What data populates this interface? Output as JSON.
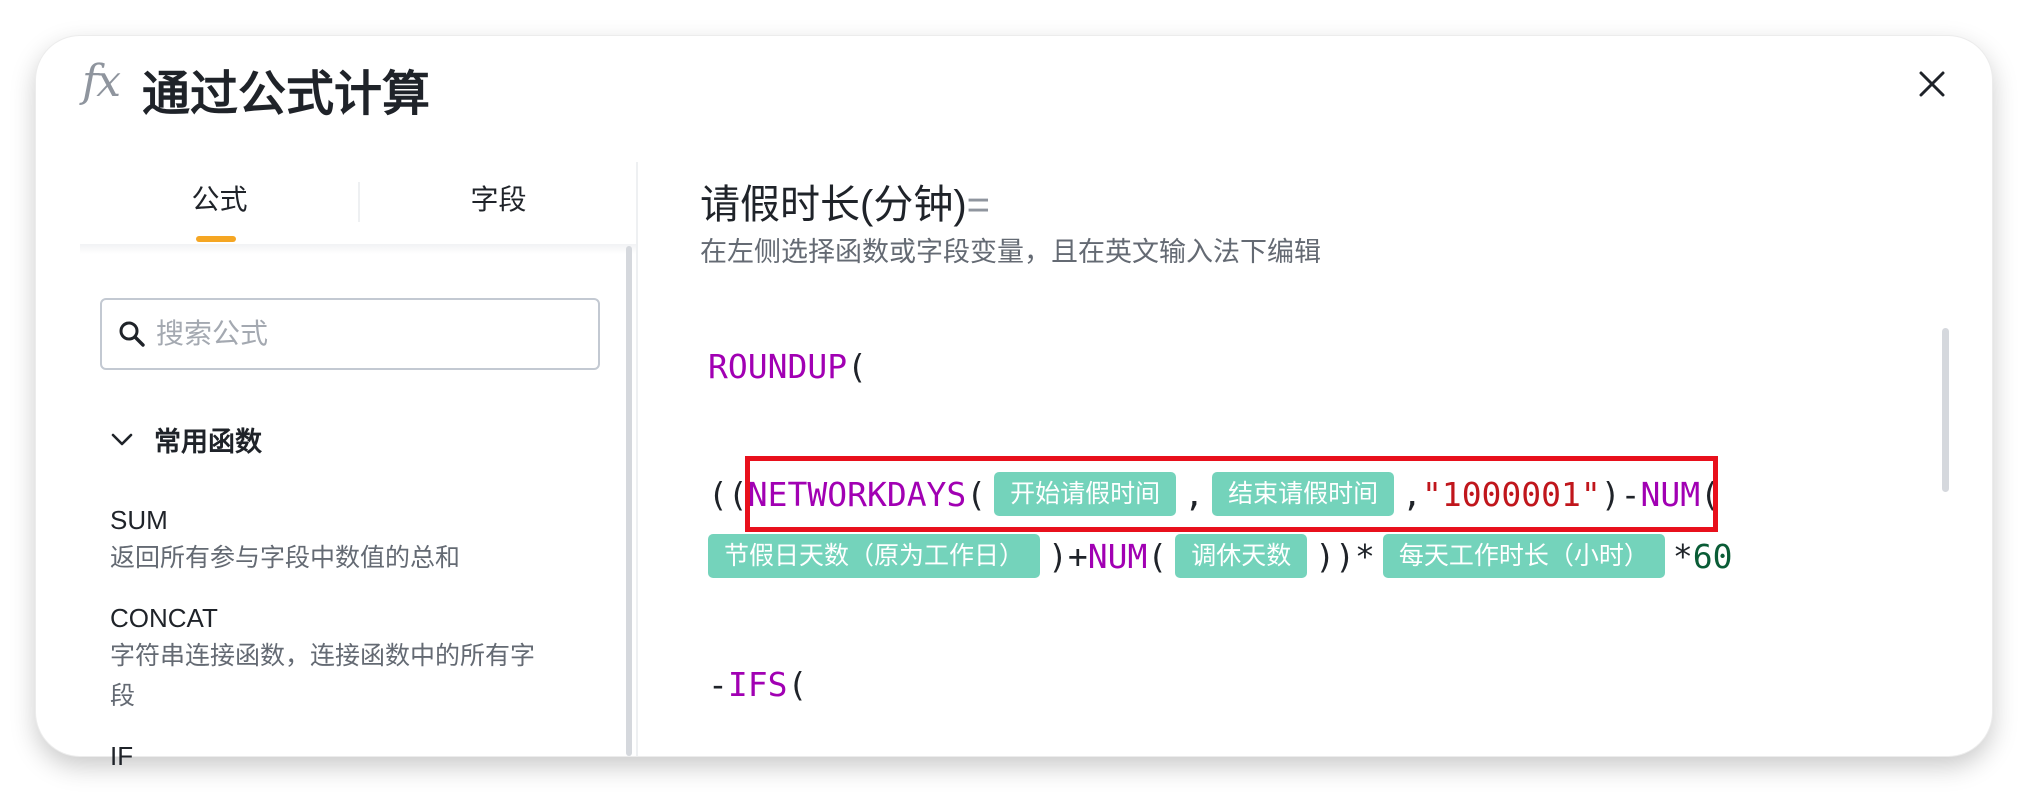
{
  "dialog": {
    "icon": "fx-icon",
    "title": "通过公式计算",
    "close_icon": "close-icon"
  },
  "tabs": [
    {
      "label": "公式",
      "active": true
    },
    {
      "label": "字段",
      "active": false
    }
  ],
  "search": {
    "placeholder": "搜索公式",
    "value": ""
  },
  "function_group": {
    "title": "常用函数",
    "expanded": true,
    "items": [
      {
        "name": "SUM",
        "desc": "返回所有参与字段中数值的总和"
      },
      {
        "name": "CONCAT",
        "desc": "字符串连接函数，连接函数中的所有字",
        "desc2": "段"
      },
      {
        "name": "IF",
        "desc": ""
      }
    ]
  },
  "editor": {
    "field_name": "请假时长(分钟)",
    "equals": "=",
    "hint": "在左侧选择函数或字段变量，且在英文输入法下编辑",
    "line1": {
      "fn": "ROUNDUP",
      "paren": "("
    },
    "line2": {
      "open": "((",
      "fn": "NETWORKDAYS",
      "paren_open": "(",
      "chip_start": "开始请假时间",
      "comma1": ",",
      "chip_end": "结束请假时间",
      "comma2": ",",
      "string_arg": "\"1000001\"",
      "close_minus": ")-",
      "fn_num": "NUM",
      "num_paren": "("
    },
    "line3": {
      "chip_holiday": "节假日天数（原为工作日）",
      "close_plus": ")+",
      "fn_num": "NUM",
      "num_paren": "(",
      "chip_comp": "调休天数",
      "close_mult": "))*",
      "chip_hours": "每天工作时长（小时）",
      "mult": "*",
      "number": "60"
    },
    "line4": {
      "minus": "-",
      "fn": "IFS",
      "paren": "("
    }
  },
  "colors": {
    "function": "#a100b3",
    "string": "#c0161c",
    "number": "#0a5c36",
    "chip": "#74d3bb",
    "tab_accent": "#f5a623",
    "highlight": "#e8101c"
  }
}
